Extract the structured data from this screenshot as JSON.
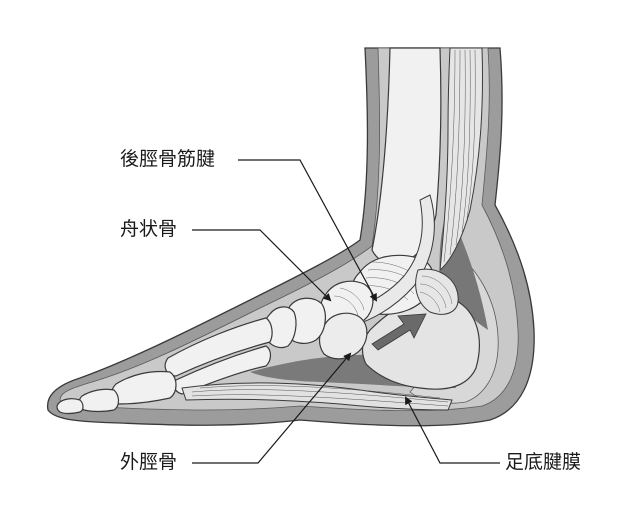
{
  "labels": {
    "posterior_tibial_tendon": "後脛骨筋腱",
    "navicular": "舟状骨",
    "cuboid": "外脛骨",
    "plantar_fascia": "足底腱膜"
  },
  "colors": {
    "skin_outer": "#9c9c9c",
    "skin_inner": "#c4c4c4",
    "soft_tissue": "#d2d2d2",
    "bone": "#f1f1f1",
    "bone_outline": "#3a3a3a",
    "dark_fat": "#777777",
    "tendon": "#e9e9e9",
    "arrow": "#6a6a6a",
    "leader": "#1a1a1a"
  }
}
